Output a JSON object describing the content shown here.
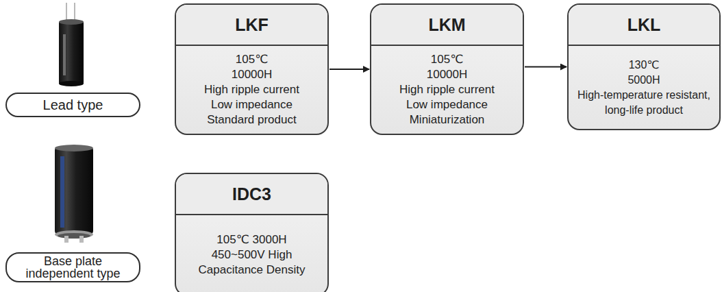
{
  "diagram": {
    "nodes": [
      {
        "text": [
          "Lead type"
        ]
      },
      {
        "text": [
          "LKF",
          "105℃",
          "10000H",
          "High ripple current",
          "Low impedance",
          "Standard product"
        ]
      },
      {
        "text": [
          "LKM",
          "105℃",
          "10000H",
          "High ripple current",
          "Low impedance",
          "Miniaturization"
        ]
      },
      {
        "text": [
          "LKL",
          "130℃",
          "5000H",
          "High-temperature resistant, long-life product"
        ]
      },
      {
        "text": [
          "Base plate independent type"
        ]
      },
      {
        "text": [
          "IDC3",
          "105℃ 3000H",
          "450~500V High Capacitance Density"
        ]
      }
    ],
    "edges": [
      {
        "from": 1,
        "to": 2,
        "arrow": "to"
      },
      {
        "from": 2,
        "to": 3,
        "arrow": "to"
      }
    ]
  }
}
